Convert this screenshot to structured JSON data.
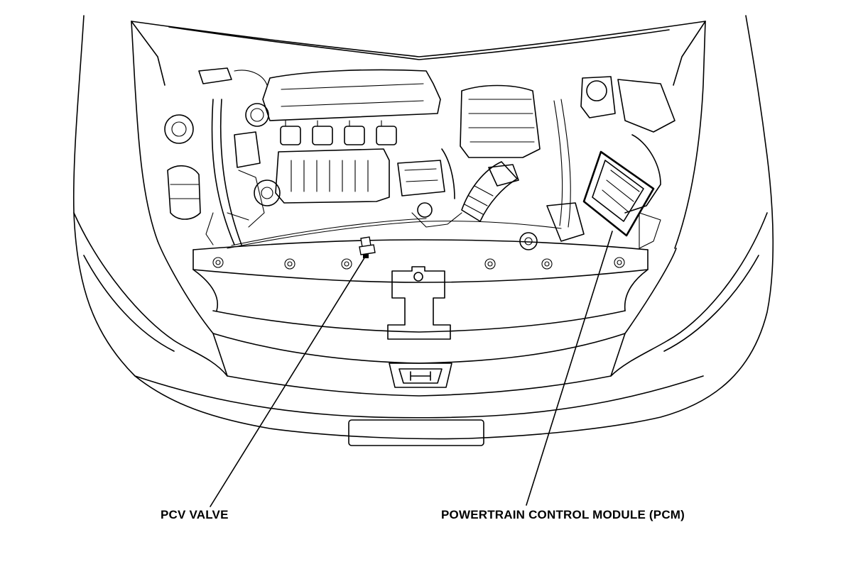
{
  "callouts": [
    {
      "id": "pcv",
      "label": "PCV VALVE"
    },
    {
      "id": "pcm",
      "label": "POWERTRAIN CONTROL MODULE (PCM)"
    }
  ],
  "colors": {
    "line": "#000000",
    "background": "#ffffff"
  }
}
